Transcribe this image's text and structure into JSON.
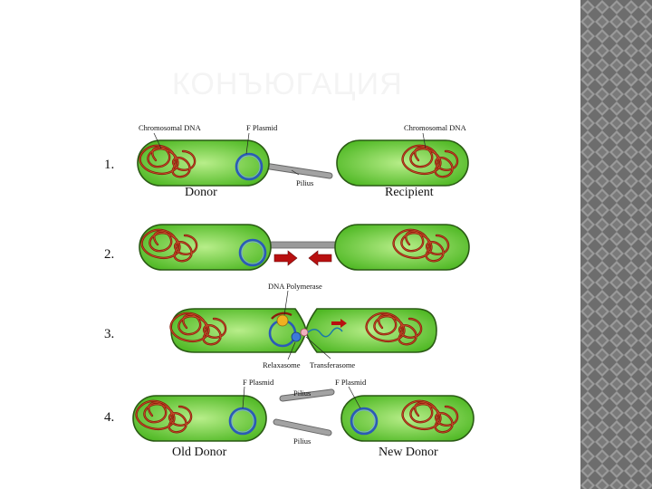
{
  "slide": {
    "title": "КОНЪЮГАЦИЯ"
  },
  "colors": {
    "cell_fill": "#6ccf3c",
    "cell_stroke": "#2a5a14",
    "chromosome": "#8a1c0c",
    "plasmid": "#2a5ab8",
    "pilus": "#9a9a9a",
    "arrow": "#b81010"
  },
  "steps": [
    {
      "number": "1.",
      "left_caption": "Donor",
      "right_caption": "Recipient",
      "labels": {
        "chromosomal_left": "Chromosomal DNA",
        "f_plasmid": "F Plasmid",
        "chromosomal_right": "Chromosomal DNA",
        "pilius": "Pilius"
      }
    },
    {
      "number": "2."
    },
    {
      "number": "3.",
      "labels": {
        "dna_polymerase": "DNA Polymerase",
        "relaxasome": "Relaxasome",
        "transferasome": "Transferasome"
      }
    },
    {
      "number": "4.",
      "left_caption": "Old Donor",
      "right_caption": "New Donor",
      "labels": {
        "f_plasmid_left": "F Plasmid",
        "f_plasmid_right": "F Plasmid",
        "pilius_top": "Pilius",
        "pilius_bottom": "Pilius"
      }
    }
  ]
}
